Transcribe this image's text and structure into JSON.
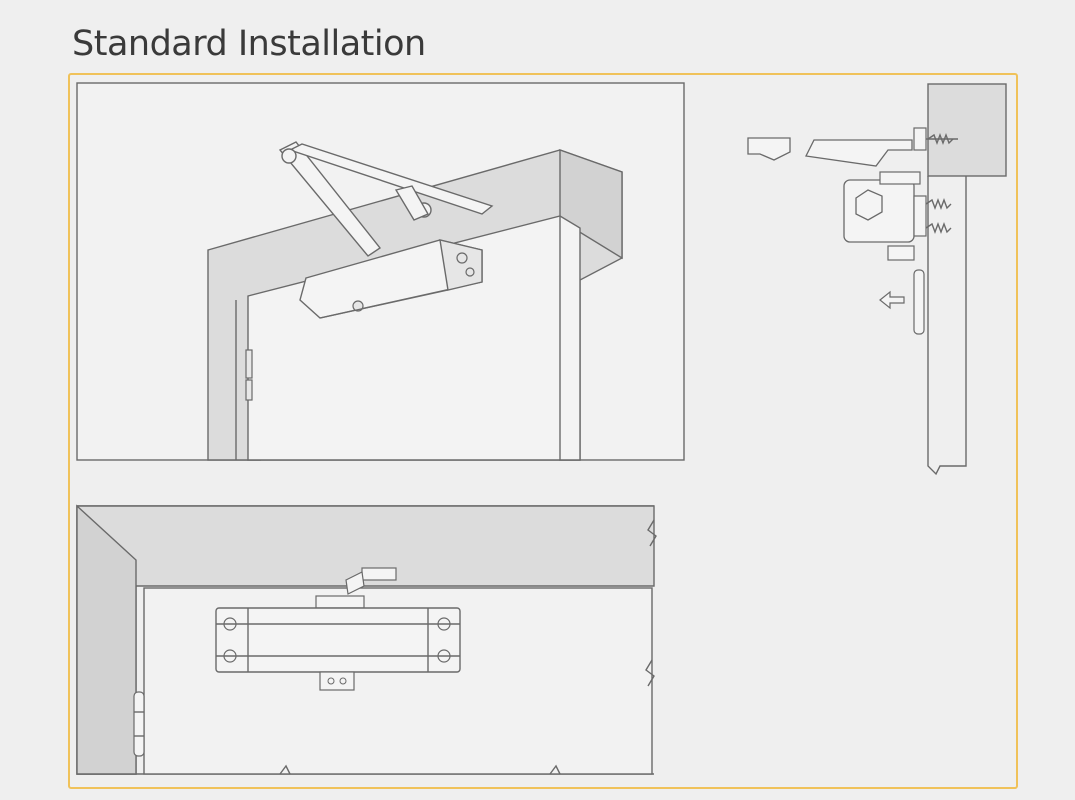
{
  "header": {
    "title": "Standard Installation"
  },
  "colors": {
    "frame_border": "#f0c25a",
    "background": "#efefef",
    "wall_fill": "#dcdcdc",
    "line": "#6a6a6a",
    "part_fill": "#f4f4f4"
  },
  "figures": [
    {
      "name": "perspective-view"
    },
    {
      "name": "side-section-view"
    },
    {
      "name": "front-elevation-view"
    }
  ]
}
